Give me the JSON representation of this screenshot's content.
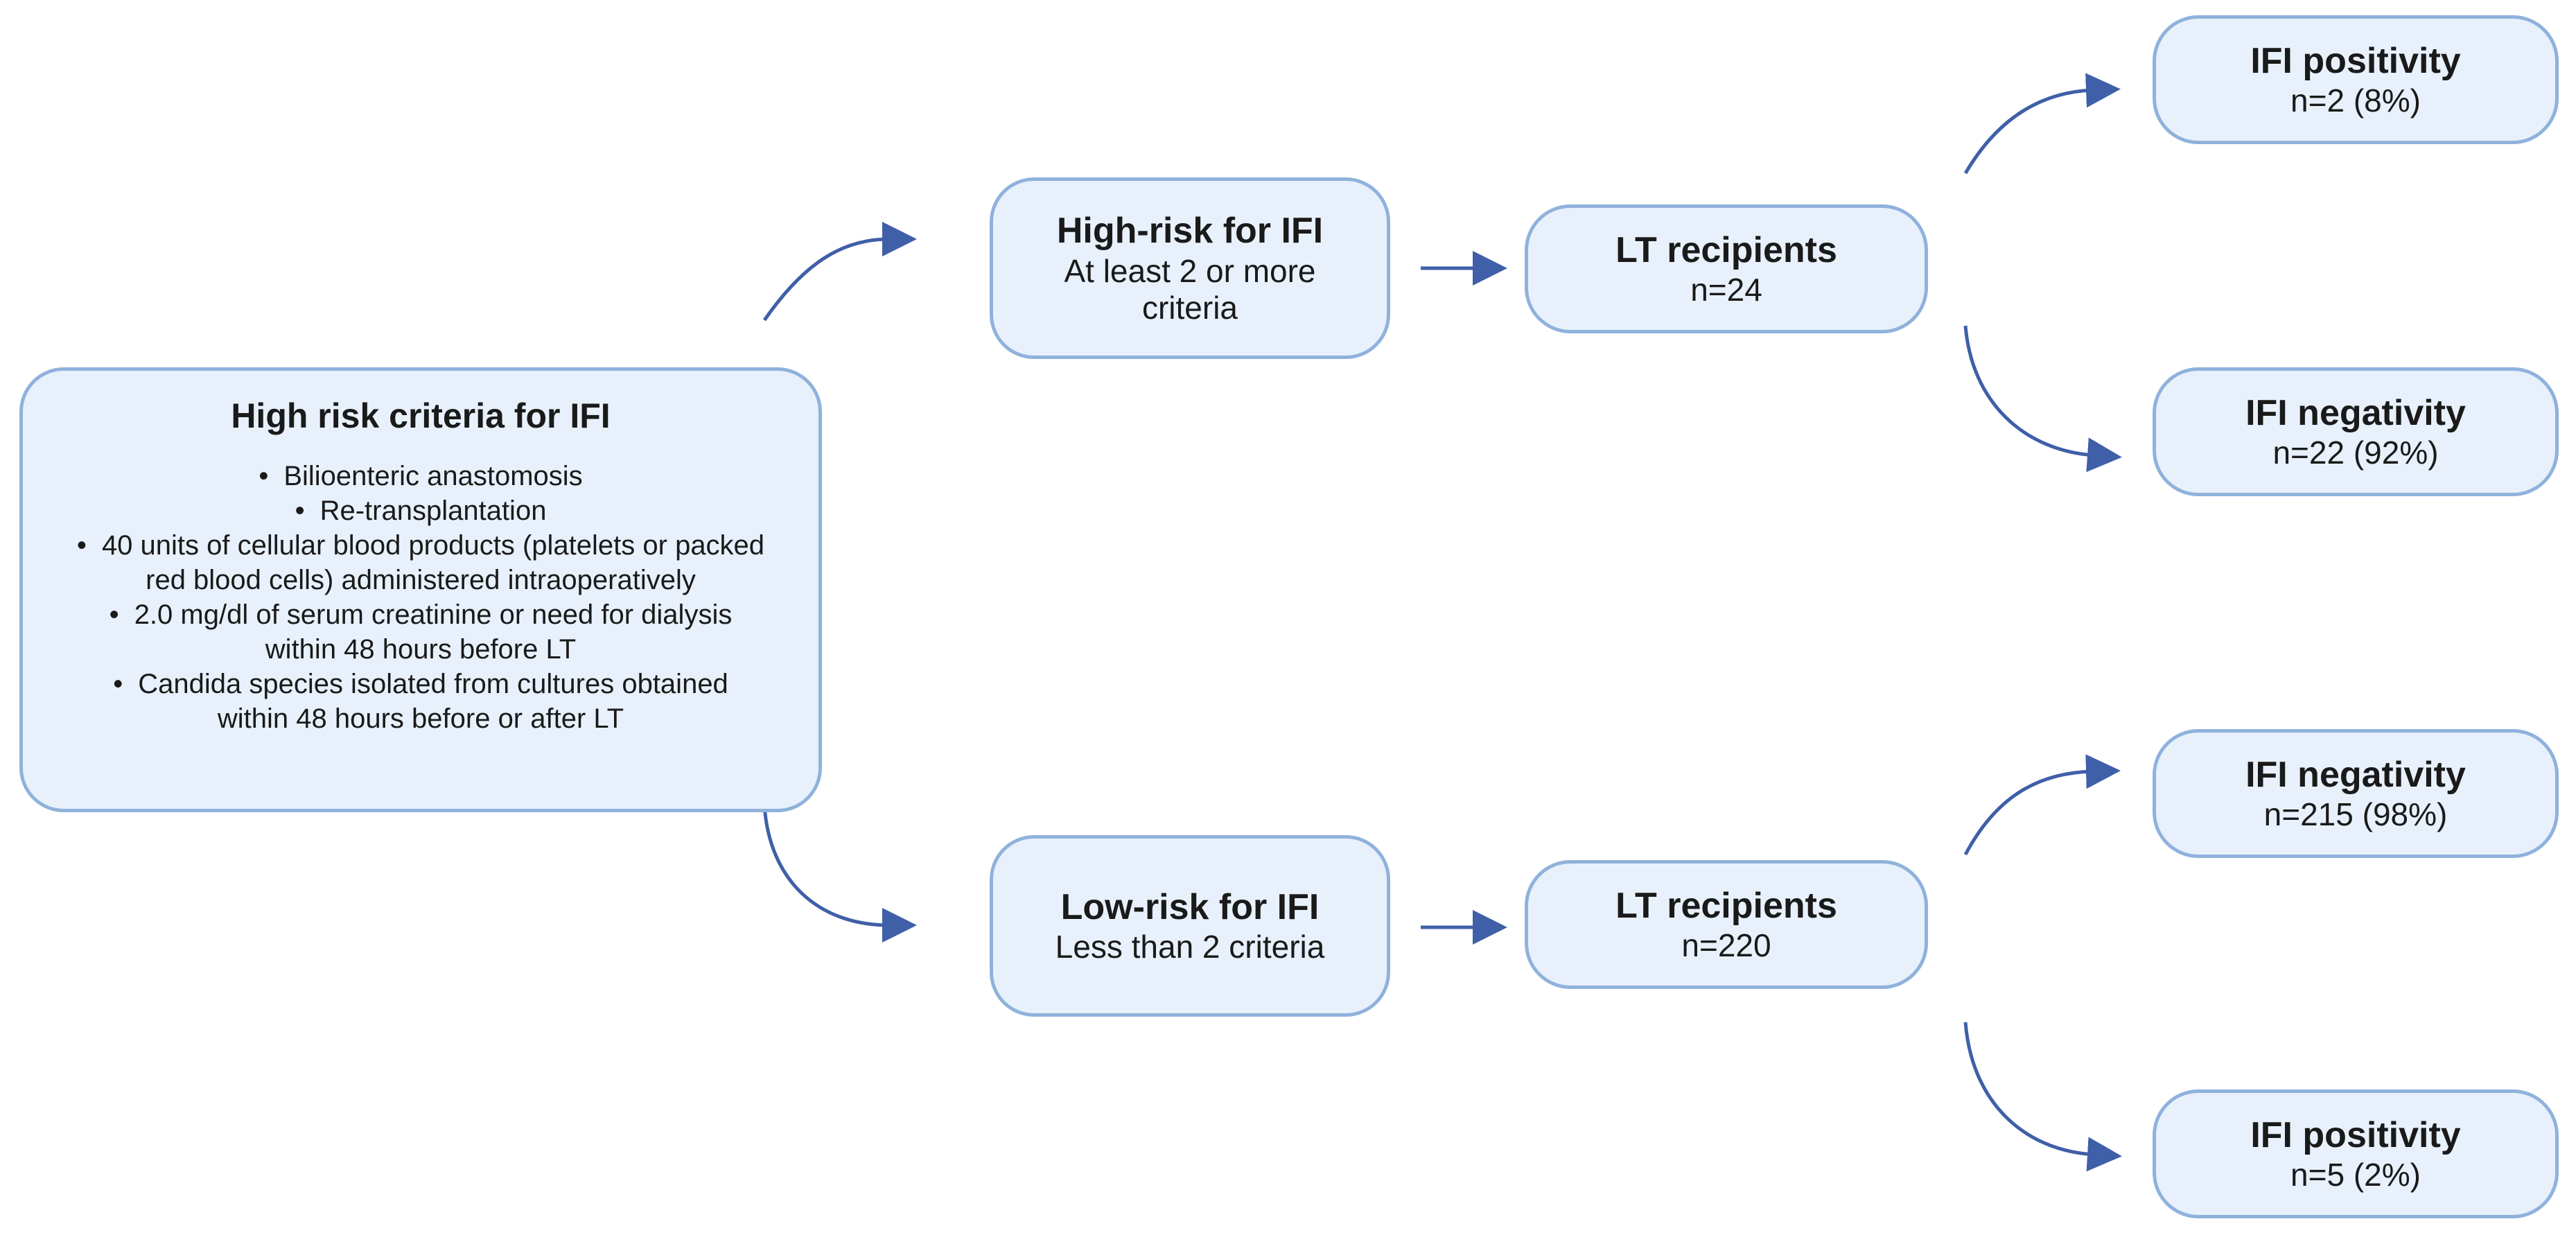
{
  "criteria": {
    "title": "High risk criteria for IFI",
    "items": [
      "Bilioenteric anastomosis",
      "Re-transplantation",
      "40 units of cellular blood products (platelets or packed red blood cells) administered intraoperatively",
      "2.0 mg/dl of serum creatinine or need for dialysis within 48 hours before LT",
      "Candida species isolated from cultures obtained within 48 hours before or after LT"
    ]
  },
  "high_risk": {
    "title": "High-risk for IFI",
    "subtitle": "At least 2 or more criteria",
    "recipients": {
      "title": "LT recipients",
      "count": "n=24"
    },
    "outcomes": [
      {
        "title": "IFI positivity",
        "value": "n=2 (8%)"
      },
      {
        "title": "IFI negativity",
        "value": "n=22 (92%)"
      }
    ]
  },
  "low_risk": {
    "title": "Low-risk for IFI",
    "subtitle": "Less than 2 criteria",
    "recipients": {
      "title": "LT recipients",
      "count": "n=220"
    },
    "outcomes": [
      {
        "title": "IFI negativity",
        "value": "n=215 (98%)"
      },
      {
        "title": "IFI positivity",
        "value": "n=5 (2%)"
      }
    ]
  },
  "colors": {
    "box_fill": "#e8f1fb",
    "box_border": "#8fb2dc",
    "arrow": "#3f5fa8"
  }
}
